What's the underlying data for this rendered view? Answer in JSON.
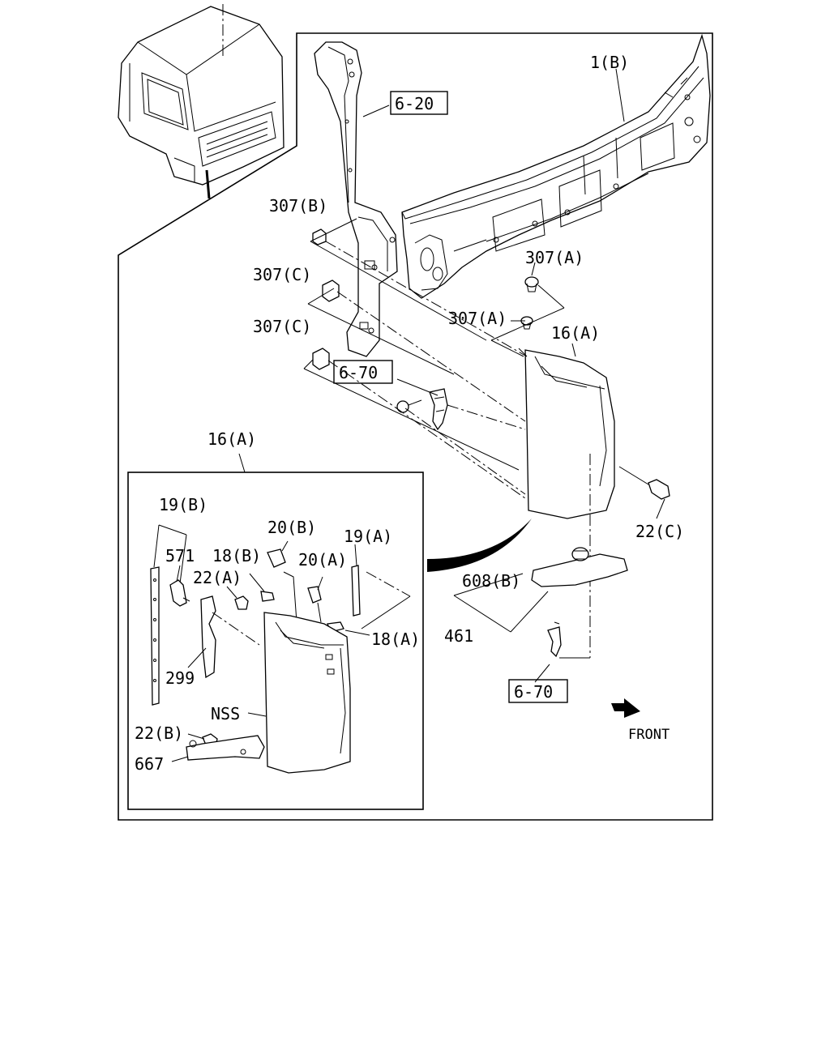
{
  "labels": {
    "l_1b": "1(B)",
    "l_620": "6-20",
    "l_307b": "307(B)",
    "l_307c_top": "307(C)",
    "l_307c_bot": "307(C)",
    "l_307a_top": "307(A)",
    "l_307a_bot": "307(A)",
    "l_16a_right": "16(A)",
    "l_670_top": "6-70",
    "l_16a_left": "16(A)",
    "l_22c": "22(C)",
    "l_19b": "19(B)",
    "l_20b": "20(B)",
    "l_19a": "19(A)",
    "l_571": "571",
    "l_18b": "18(B)",
    "l_20a": "20(A)",
    "l_22a": "22(A)",
    "l_18a": "18(A)",
    "l_299": "299",
    "l_nss": "NSS",
    "l_22b": "22(B)",
    "l_667": "667",
    "l_608b": "608(B)",
    "l_461": "461",
    "l_670_bot": "6-70",
    "l_front": "FRONT"
  },
  "icons": {
    "front_arrow": "front-arrow-icon"
  }
}
